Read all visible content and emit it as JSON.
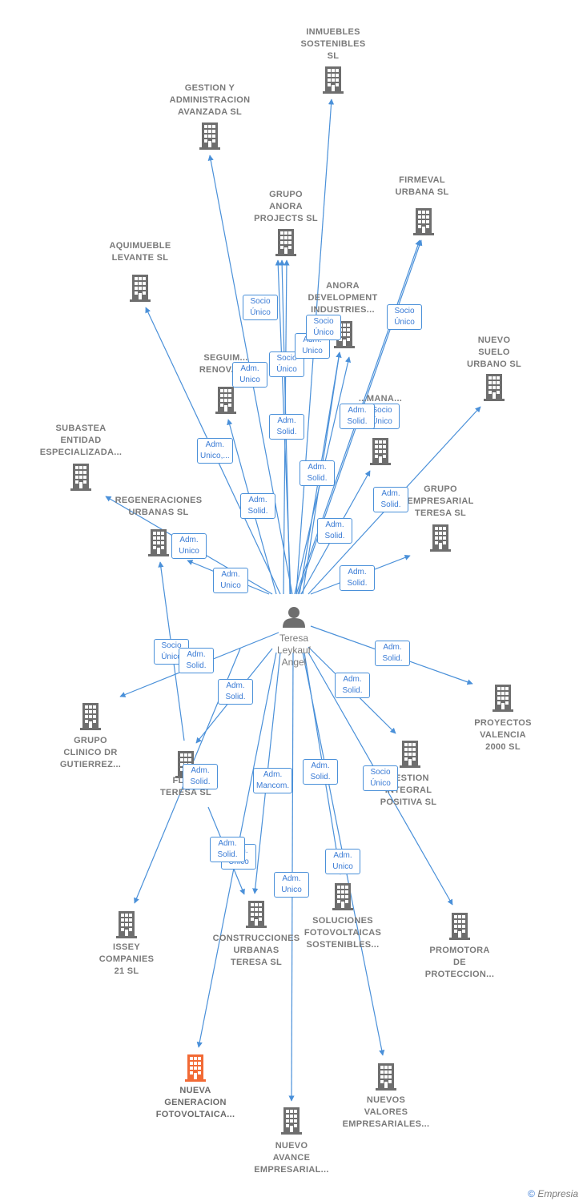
{
  "center": {
    "name": "Teresa\nLeykauf\nAngel"
  },
  "colors": {
    "edge": "#4a90d9",
    "building": "#6e6e6e",
    "highlight": "#f26a35",
    "person": "#6e6e6e"
  },
  "nodes": [
    {
      "id": "inmuebles",
      "label": "INMUEBLES\nSOSTENIBLES\nSL"
    },
    {
      "id": "gestion_admin",
      "label": "GESTION Y\nADMINISTRACION\nAVANZADA  SL"
    },
    {
      "id": "grupo_anora",
      "label": "GRUPO\nANORA\nPROJECTS  SL"
    },
    {
      "id": "firmeval",
      "label": "FIRMEVAL\nURBANA  SL"
    },
    {
      "id": "aquimueble",
      "label": "AQUIMUEBLE\nLEVANTE SL"
    },
    {
      "id": "anora_dev",
      "label": "ANORA\nDEVELOPMENT\nINDUSTRIES..."
    },
    {
      "id": "nuevo_suelo",
      "label": "NUEVO\nSUELO\nURBANO  SL"
    },
    {
      "id": "seguim",
      "label": "SEGUIM...\nRENOVAN..."
    },
    {
      "id": "manag",
      "label": "...MANA...\n...ING"
    },
    {
      "id": "subastea",
      "label": "SUBASTEA\nENTIDAD\nESPECIALIZADA..."
    },
    {
      "id": "regeneraciones",
      "label": "REGENERACIONES\nURBANAS  SL"
    },
    {
      "id": "grupo_empresarial",
      "label": "GRUPO\nEMPRESARIAL\nTERESA SL"
    },
    {
      "id": "grupo_clinico",
      "label": "GRUPO\nCLINICO DR\nGUTIERREZ..."
    },
    {
      "id": "proyectos_valencia",
      "label": "PROYECTOS\nVALENCIA\n2000 SL"
    },
    {
      "id": "flo_teresa",
      "label": "FLO...\nTERESA SL"
    },
    {
      "id": "gestion_integral",
      "label": "GESTION\nINTEGRAL\nPOSITIVA  SL"
    },
    {
      "id": "issey",
      "label": "ISSEY\nCOMPANIES\n21 SL"
    },
    {
      "id": "construcciones",
      "label": "CONSTRUCCIONES\nURBANAS\nTERESA SL"
    },
    {
      "id": "soluciones",
      "label": "SOLUCIONES\nFOTOVOLTAICAS\nSOSTENIBLES..."
    },
    {
      "id": "promotora",
      "label": "PROMOTORA\nDE\nPROTECCION..."
    },
    {
      "id": "nueva_generacion",
      "label": "NUEVA\nGENERACION\nFOTOVOLTAICA..."
    },
    {
      "id": "nuevos_valores",
      "label": "NUEVOS\nVALORES\nEMPRESARIALES..."
    },
    {
      "id": "nuevo_avance",
      "label": "NUEVO\nAVANCE\nEMPRESARIAL..."
    }
  ],
  "relations": [
    {
      "label": "Socio\nÚnico"
    },
    {
      "label": "Adm.\nUnico"
    },
    {
      "label": "Socio\nÚnico"
    },
    {
      "label": "Adm.\nUnico"
    },
    {
      "label": "Socio\nÚnico"
    },
    {
      "label": "Socio\nÚnico"
    },
    {
      "label": "Adm.\nSolid."
    },
    {
      "label": "Socio\nÚnico"
    },
    {
      "label": "Adm.\nUnico,..."
    },
    {
      "label": "Adm.\nSolid."
    },
    {
      "label": "Adm.\nSolid."
    },
    {
      "label": "Adm.\nSolid."
    },
    {
      "label": "Adm.\nSolid."
    },
    {
      "label": "Adm.\nSolid."
    },
    {
      "label": "Adm.\nUnico"
    },
    {
      "label": "Adm.\nUnico"
    },
    {
      "label": "Socio\nÚnico"
    },
    {
      "label": "Adm.\nSolid."
    },
    {
      "label": "Adm.\nSolid."
    },
    {
      "label": "Adm.\nSolid."
    },
    {
      "label": "Adm.\nSolid."
    },
    {
      "label": "Adm.\nSolid."
    },
    {
      "label": "Adm.\nMancom."
    },
    {
      "label": "Adm.\nSolid."
    },
    {
      "label": "Adm.\nUnico"
    },
    {
      "label": "Adm.\nSolid."
    },
    {
      "label": "Socio\nÚnico"
    },
    {
      "label": "Adm.\nUnico"
    },
    {
      "label": "Adm.\nUnico"
    },
    {
      "label": "Adm.\nSolid."
    }
  ],
  "copyright": {
    "symbol": "©",
    "brand": "Empresia"
  }
}
